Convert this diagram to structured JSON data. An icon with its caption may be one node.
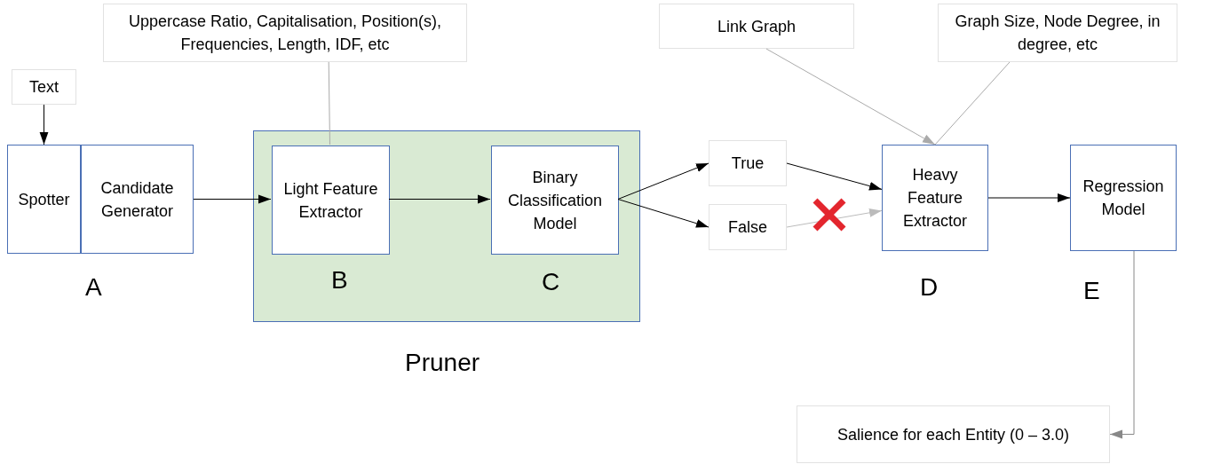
{
  "diagram": {
    "nodes": [
      {
        "text": [
          "Text"
        ]
      },
      {
        "text": [
          "Spotter"
        ]
      },
      {
        "text": [
          "Candidate Generator"
        ]
      },
      {
        "text": [
          "Pruner"
        ]
      },
      {
        "text": [
          "Light Feature Extractor"
        ],
        "in": 3
      },
      {
        "text": [
          "Binary Classification Model"
        ],
        "in": 3
      },
      {
        "text": [
          "Uppercase Ratio, Capitalisation, Position(s), Frequencies, Length, IDF, etc"
        ]
      },
      {
        "text": [
          "True"
        ]
      },
      {
        "text": [
          "False"
        ]
      },
      {
        "text": [
          "Link Graph"
        ]
      },
      {
        "text": [
          "Graph Size, Node Degree, in degree, etc"
        ]
      },
      {
        "text": [
          "Heavy Feature Extractor"
        ]
      },
      {
        "text": [
          "Regression Model"
        ]
      },
      {
        "text": [
          "Salience for each Entity  (0 – 3.0)"
        ]
      }
    ],
    "edges": [
      {
        "from": 0,
        "to": 1,
        "arrow": "to"
      },
      {
        "from": 2,
        "to": 4,
        "arrow": "to"
      },
      {
        "from": 4,
        "to": 5,
        "arrow": "to"
      },
      {
        "from": 5,
        "to": 7,
        "arrow": "to"
      },
      {
        "from": 5,
        "to": 8,
        "arrow": "to"
      },
      {
        "from": 7,
        "to": 11,
        "arrow": "to"
      },
      {
        "from": 8,
        "to": 11,
        "arrow": "to",
        "color": "#bbbbbb"
      },
      {
        "from": 6,
        "to": 4,
        "arrow": "none",
        "color": "#aaaaaa"
      },
      {
        "from": 9,
        "to": 11,
        "arrow": "to",
        "color": "#aaaaaa"
      },
      {
        "from": 10,
        "to": 11,
        "arrow": "none",
        "color": "#aaaaaa"
      },
      {
        "from": 11,
        "to": 12,
        "arrow": "to"
      },
      {
        "from": 12,
        "to": 13,
        "arrow": "to",
        "color": "#888888"
      }
    ],
    "labels": [
      "A",
      "B",
      "C",
      "D",
      "E"
    ]
  }
}
